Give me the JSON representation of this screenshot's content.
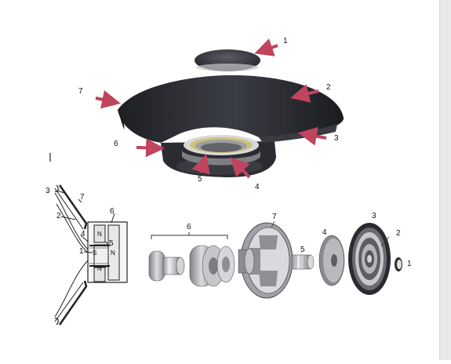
{
  "top_figure": {
    "labels": {
      "dust_cap": "1",
      "cone": "2",
      "surround": "3",
      "voice_coil": "4",
      "spider": "5",
      "magnet": "6",
      "frame": "7"
    }
  },
  "cross_section": {
    "labels": {
      "surround": "3",
      "frame": "7",
      "cone": "2",
      "magnet_assembly": "6",
      "voice_coil": "4",
      "spider": "5",
      "pole": "1",
      "north_top": "N",
      "south_mid": "S",
      "north_mid": "N",
      "north_bottom": "N"
    }
  },
  "exploded_view": {
    "labels": {
      "magnet_group": "6",
      "frame": "7",
      "coil": "5",
      "spider": "4",
      "surround": "3",
      "cone": "2",
      "dust_cap": "1"
    }
  },
  "colors": {
    "arrow": "#c0445e",
    "cone_dark": "#2a2b30",
    "metal_light": "#e8e8ea",
    "metal_mid": "#9a9ca2",
    "coil_gold": "#cfc27a"
  }
}
